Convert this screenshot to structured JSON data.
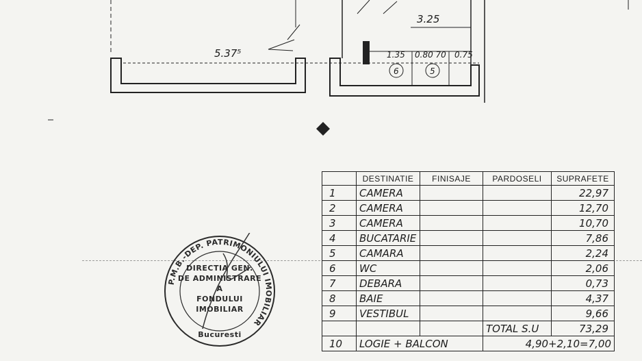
{
  "plan": {
    "dim_main": "5.37⁵",
    "dim_top": "3.25",
    "dim_a": "1.35",
    "dim_b": "0.80 70",
    "dim_c": "0.75",
    "room_6": "6",
    "room_5": "5"
  },
  "stamp": {
    "ring_text": "P.M.B.-DEP. PATRIMONIULUI IMOBILIAR",
    "line1": "DIRECTIA GEN.",
    "line2": "DE ADMINISTRARE",
    "line3": "A",
    "line4": "FONDULUI",
    "line5": "IMOBILIAR",
    "line6": "Bucuresti"
  },
  "table": {
    "headers": [
      "",
      "DESTINATIE",
      "FINISAJE",
      "PARDOSELI",
      "SUPRAFETE"
    ],
    "rows": [
      {
        "nr": "1",
        "dest": "CAMERA",
        "sup": "22,97"
      },
      {
        "nr": "2",
        "dest": "CAMERA",
        "sup": "12,70"
      },
      {
        "nr": "3",
        "dest": "CAMERA",
        "sup": "10,70"
      },
      {
        "nr": "4",
        "dest": "BUCATARIE",
        "sup": "7,86"
      },
      {
        "nr": "5",
        "dest": "CAMARA",
        "sup": "2,24"
      },
      {
        "nr": "6",
        "dest": "WC",
        "sup": "2,06"
      },
      {
        "nr": "7",
        "dest": "DEBARA",
        "sup": "0,73"
      },
      {
        "nr": "8",
        "dest": "BAIE",
        "sup": "4,37"
      },
      {
        "nr": "9",
        "dest": "VESTIBUL",
        "sup": "9,66"
      }
    ],
    "total_label": "TOTAL S.U",
    "total_value": "73,29",
    "extra": {
      "nr": "10",
      "dest": "LOGIE + BALCON",
      "sup": "4,90+2,10=7,00"
    }
  }
}
